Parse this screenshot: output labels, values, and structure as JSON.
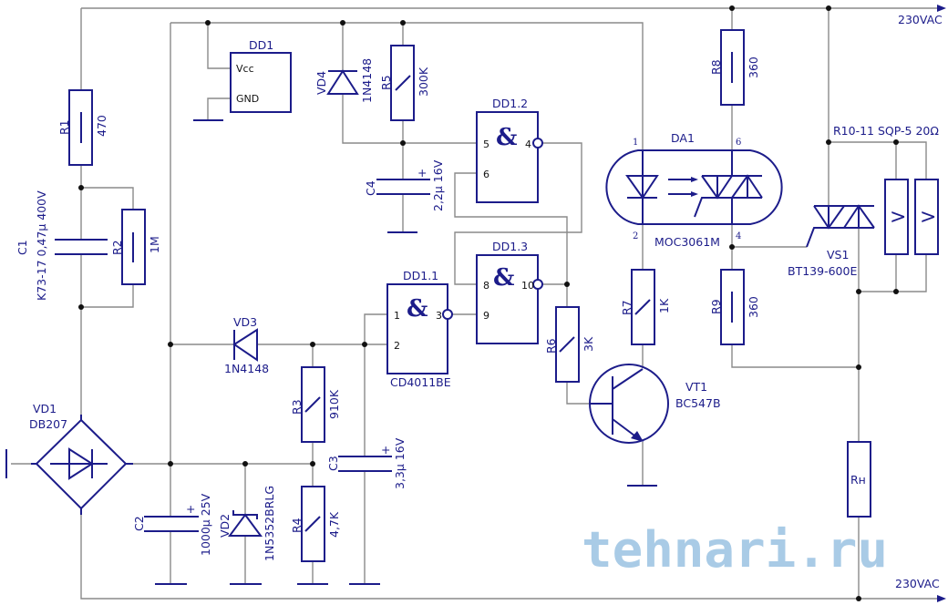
{
  "rails": {
    "top": "230VAC",
    "bottom": "230VAC"
  },
  "R1": {
    "ref": "R1",
    "value": "470"
  },
  "R2": {
    "ref": "R2",
    "value": "1M"
  },
  "C1": {
    "ref": "C1",
    "value": "K73-17 0,47µ 400V"
  },
  "VD1": {
    "ref": "VD1",
    "value": "DB207"
  },
  "C2": {
    "ref": "C2",
    "value": "1000µ 25V",
    "plus": "+"
  },
  "VD2": {
    "ref": "VD2",
    "value": "1N5352BRLG"
  },
  "VD3": {
    "ref": "VD3",
    "value": "1N4148"
  },
  "R3": {
    "ref": "R3",
    "value": "910K"
  },
  "R4": {
    "ref": "R4",
    "value": "4,7K"
  },
  "C3": {
    "ref": "C3",
    "value": "3,3µ 16V",
    "plus": "+"
  },
  "DD1": {
    "ref": "DD1",
    "vcc": "Vcc",
    "gnd": "GND"
  },
  "VD4": {
    "ref": "VD4",
    "value": "1N4148"
  },
  "R5": {
    "ref": "R5",
    "value": "300K"
  },
  "C4": {
    "ref": "C4",
    "value": "2,2µ 16V",
    "plus": "+"
  },
  "DD1_1": {
    "ref": "DD1.1",
    "part": "CD4011BE",
    "symbol": "&",
    "pins": [
      "1",
      "2",
      "3"
    ]
  },
  "DD1_2": {
    "ref": "DD1.2",
    "symbol": "&",
    "pins": [
      "5",
      "6",
      "4"
    ]
  },
  "DD1_3": {
    "ref": "DD1.3",
    "symbol": "&",
    "pins": [
      "8",
      "9",
      "10"
    ]
  },
  "R6": {
    "ref": "R6",
    "value": "3K"
  },
  "R7": {
    "ref": "R7",
    "value": "1K"
  },
  "VT1": {
    "ref": "VT1",
    "value": "BC547B"
  },
  "DA1": {
    "ref": "DA1",
    "value": "MOC3061M",
    "pins": [
      "1",
      "2",
      "6",
      "4"
    ]
  },
  "R8": {
    "ref": "R8",
    "value": "360"
  },
  "R9": {
    "ref": "R9",
    "value": "360"
  },
  "VS1": {
    "ref": "VS1",
    "value": "BT139-600E"
  },
  "R10_11": {
    "label": "R10-11 SQP-5 20Ω",
    "symbol": ">"
  },
  "RL": {
    "ref": "Rн"
  },
  "watermark": "tehnari.ru"
}
